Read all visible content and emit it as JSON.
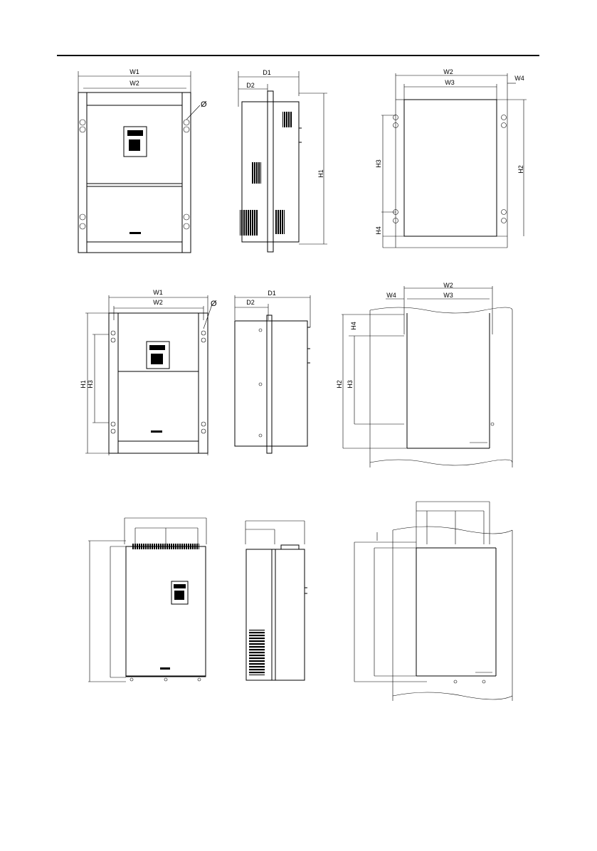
{
  "labels": {
    "w1": "W1",
    "w2": "W2",
    "w3": "W3",
    "w4": "W4",
    "d1": "D1",
    "d2": "D2",
    "h1": "H1",
    "h2": "H2",
    "h3": "H3",
    "h4": "H4",
    "hole": "Ø"
  }
}
